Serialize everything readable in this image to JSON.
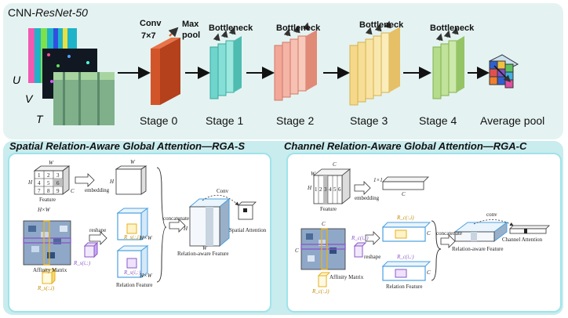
{
  "top": {
    "title_prefix": "CNN-",
    "title_model": "ResNet-50",
    "input_labels": [
      "U",
      "V",
      "T"
    ],
    "conv_label": "Conv",
    "conv_size": "7×7",
    "maxpool_label": "Max pool",
    "bottleneck_label": "Bottleneck",
    "stages": [
      "Stage 0",
      "Stage 1",
      "Stage 2",
      "Stage 3",
      "Stage 4",
      "Average pool"
    ]
  },
  "rga_s": {
    "title": "Spatial Relation-Aware Global Attention—RGA-S",
    "feature_label": "Feature",
    "embedding_label": "embedding",
    "reshape_label": "reshape",
    "concatenate_label": "concatenate",
    "conv_label": "Conv",
    "relation_aware_label": "Relation-aware Feature",
    "spatial_attention_label": "Spatial Attention",
    "affinity_label": "Affinity Matrix",
    "relation_feature_label": "Relation Feature",
    "grid_numbers": [
      "1",
      "2",
      "3",
      "4",
      "5",
      "6",
      "7",
      "8",
      "9"
    ],
    "dim_w": "W",
    "dim_h": "H",
    "dim_c": "C",
    "dim_hw": "H×W",
    "r_s_row": "R_s(i,:)",
    "r_s_col": "R_s(:,i)"
  },
  "rga_c": {
    "title": "Channel Relation-Aware Global Attention—RGA-C",
    "feature_label": "Feature",
    "embedding_label": "embedding",
    "reshape_label": "reshape",
    "concatenate_label": "concatenate",
    "conv_label": "conv",
    "relation_aware_label": "Relation-aware Feature",
    "channel_attention_label": "Channel Attention",
    "affinity_label": "Affinity Matrix",
    "relation_feature_label": "Relation Feature",
    "channel_numbers": [
      "1",
      "2",
      "3",
      "4",
      "5",
      "6"
    ],
    "dim_c": "C",
    "dim_h": "H",
    "dim_w": "W",
    "dim_1x1": "1×1",
    "r_c_row": "R_c(i,:)",
    "r_c_col": "R_c(:,i)"
  }
}
